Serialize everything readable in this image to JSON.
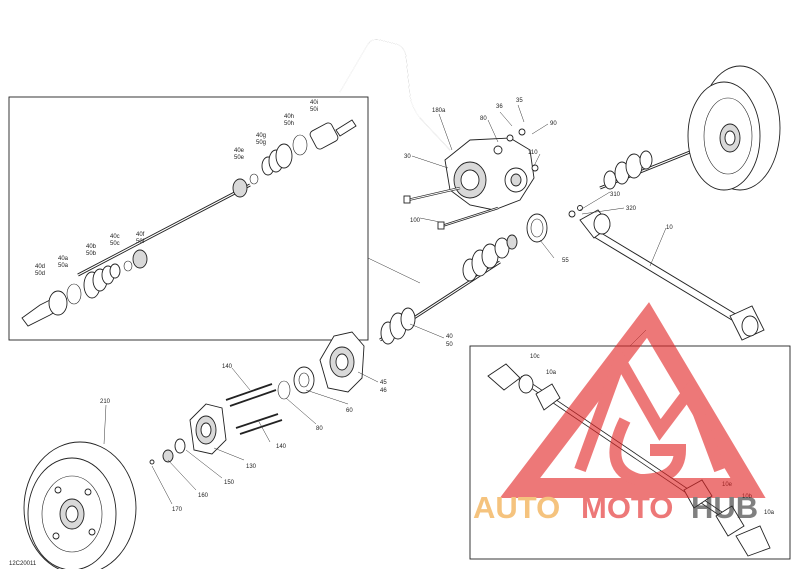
{
  "diagram_code": "12C20011",
  "callouts": {
    "c180a": "180a",
    "c36": "36",
    "c35": "35",
    "c80a": "80",
    "c90": "90",
    "c30": "30",
    "c110": "110",
    "c100": "100",
    "c310": "310",
    "c320": "320",
    "c10": "10",
    "c55": "55",
    "c40": "40",
    "c50": "50",
    "c45": "45",
    "c46": "46",
    "c60": "60",
    "c80b": "80",
    "c140a": "140",
    "c140b": "140",
    "c130": "130",
    "c150": "150",
    "c160": "160",
    "c170": "170",
    "c210": "210",
    "i40d": "40d",
    "i50d": "50d",
    "i40a": "40a",
    "i50a": "50a",
    "i40b": "40b",
    "i50b": "50b",
    "i40c": "40c",
    "i50c": "50c",
    "i40e": "40e",
    "i50e": "50e",
    "i40g": "40g",
    "i50g": "50g",
    "i40f": "40f",
    "i50f": "50f",
    "i40h": "40h",
    "i50h": "50h",
    "i40i": "40i",
    "i50i": "50i",
    "d10c": "10c",
    "d10a": "10a",
    "d10e": "10e",
    "d10b": "10b",
    "d10a2": "10a"
  },
  "watermark": {
    "auto": "AUTO",
    "moto": "MOTO",
    "hub": "HUB",
    "colors": {
      "red": "#e32626",
      "orange": "#f0a030",
      "dark": "#333333"
    }
  }
}
